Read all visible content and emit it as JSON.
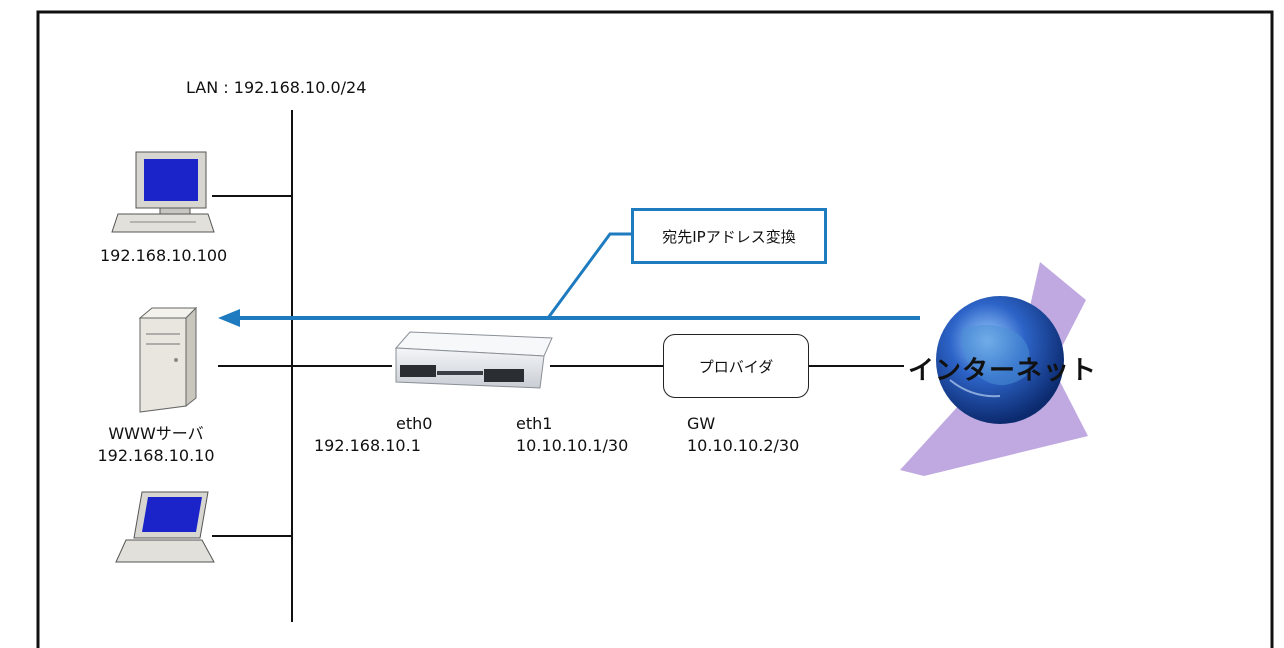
{
  "lan_label": "LAN : 192.168.10.0/24",
  "pc_ip": "192.168.10.100",
  "server": {
    "name": "WWWサーバ",
    "ip": "192.168.10.10"
  },
  "router": {
    "eth0_name": "eth0",
    "eth0_ip": "192.168.10.1",
    "eth1_name": "eth1",
    "eth1_ip": "10.10.10.1/30"
  },
  "provider": {
    "label": "プロバイダ",
    "gw_name": "GW",
    "gw_ip": "10.10.10.2/30"
  },
  "internet_label": "インターネット",
  "callout_label": "宛先IPアドレス変換",
  "colors": {
    "arrow": "#1f7bc0",
    "frame": "#111111",
    "monitor_screen": "#1a24c8",
    "globe": "#2d64c8",
    "globe_swoosh": "#b9a0de"
  }
}
